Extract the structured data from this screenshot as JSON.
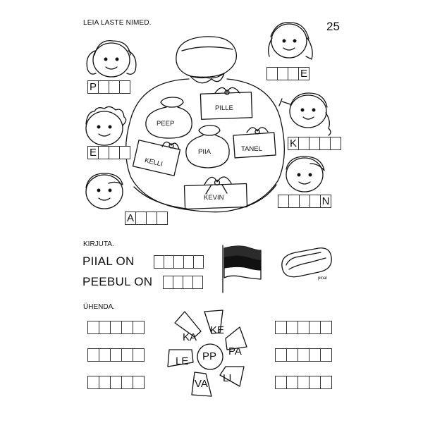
{
  "header": {
    "instruction": "LEIA LASTE NIMED.",
    "page_number": "25"
  },
  "bag_names": [
    "PILLE",
    "PEEP",
    "TANEL",
    "PIIA",
    "KELLI",
    "KEVIN"
  ],
  "name_boxes": {
    "girl_top_left": {
      "letters": [
        "P",
        "",
        "",
        ""
      ]
    },
    "girl_top_right": {
      "letters": [
        "",
        "",
        "",
        "E"
      ]
    },
    "boy_curly": {
      "letters": [
        "E",
        "",
        "",
        ""
      ]
    },
    "girl_braids": {
      "letters": [
        "K",
        "",
        "",
        "",
        ""
      ]
    },
    "boy_bottom_left": {
      "letters": [
        "A",
        "",
        "",
        ""
      ]
    },
    "boy_bottom_right": {
      "letters": [
        "",
        "",
        "",
        "",
        "N"
      ]
    }
  },
  "write_section": {
    "label": "KIRJUTA.",
    "line1": "PIIAL ON",
    "line2": "PEEBUL ON",
    "pencil_case_caption": "pinal"
  },
  "match_section": {
    "label": "ÜHENDA.",
    "center": "PP",
    "syllables": [
      "KA",
      "KE",
      "PA",
      "LI",
      "VA",
      "LE"
    ]
  }
}
